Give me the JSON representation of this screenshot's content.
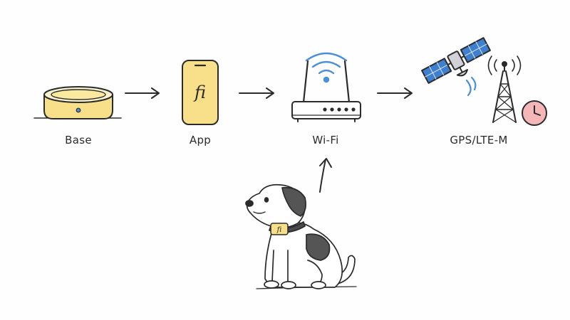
{
  "diagram": {
    "nodes": [
      {
        "id": "base",
        "label": "Base",
        "icon": "base-station-icon"
      },
      {
        "id": "app",
        "label": "App",
        "icon": "phone-app-icon",
        "screen_text": "fi"
      },
      {
        "id": "wifi",
        "label": "Wi-Fi",
        "icon": "wifi-router-icon"
      },
      {
        "id": "gps",
        "label": "GPS/LTE-M",
        "icon": "satellite-tower-icon"
      }
    ],
    "collar_text": "fi",
    "colors": {
      "accent_yellow": "#f8e08a",
      "ink": "#2b2b2b",
      "wifi_blue": "#4a8fd8",
      "solar_blue": "#3f7fd0",
      "clock_pink": "#f4b6b6"
    }
  }
}
